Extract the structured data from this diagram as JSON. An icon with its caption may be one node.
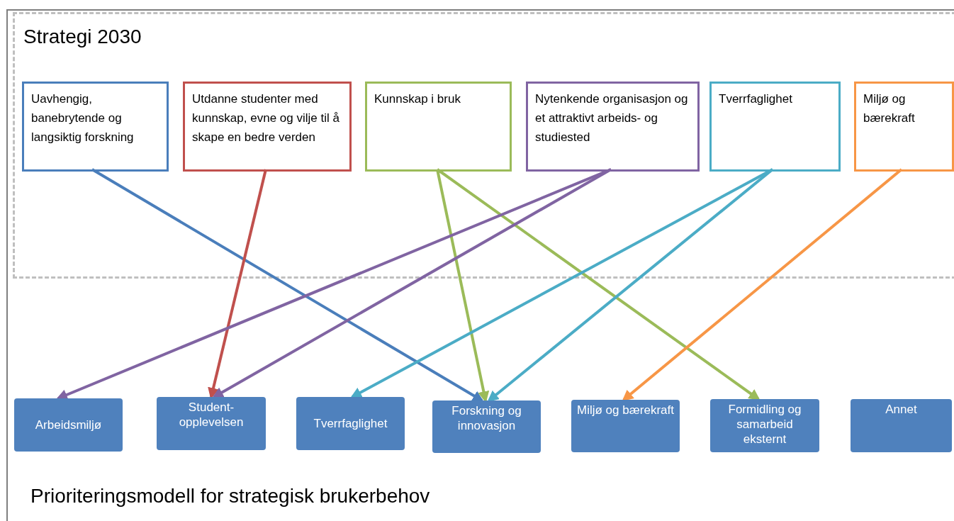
{
  "diagram": {
    "caption": "Prioriteringsmodell for strategisk brukerbehov",
    "nodes": [
      {
        "text": [
          "Strategi 2030"
        ]
      },
      {
        "text": [
          "Uavhengig, banebrytende og langsiktig forskning"
        ],
        "in": 0
      },
      {
        "text": [
          "Utdanne studenter med kunnskap, evne og vilje til å skape en bedre verden"
        ],
        "in": 0
      },
      {
        "text": [
          "Kunnskap i bruk"
        ],
        "in": 0
      },
      {
        "text": [
          "Nytenkende organisasjon og et attraktivt arbeids- og studiested"
        ],
        "in": 0
      },
      {
        "text": [
          "Tverrfaglighet"
        ],
        "in": 0
      },
      {
        "text": [
          "Miljø og bærekraft"
        ],
        "in": 0
      },
      {
        "text": [
          "Arbeidsmiljø"
        ]
      },
      {
        "text": [
          "Student-opplevelsen"
        ]
      },
      {
        "text": [
          "Tverrfaglighet"
        ]
      },
      {
        "text": [
          "Forskning og innovasjon"
        ]
      },
      {
        "text": [
          "Miljø og bærekraft"
        ]
      },
      {
        "text": [
          "Formidling og samarbeid eksternt"
        ]
      },
      {
        "text": [
          "Annet"
        ]
      }
    ],
    "edges": [
      {
        "from": 1,
        "to": 10,
        "arrow": "to",
        "color": "#4a7ebb"
      },
      {
        "from": 2,
        "to": 8,
        "arrow": "to",
        "color": "#c0504d"
      },
      {
        "from": 3,
        "to": 10,
        "arrow": "to",
        "color": "#9bbb59"
      },
      {
        "from": 3,
        "to": 12,
        "arrow": "to",
        "color": "#9bbb59"
      },
      {
        "from": 4,
        "to": 7,
        "arrow": "to",
        "color": "#8064a2"
      },
      {
        "from": 4,
        "to": 8,
        "arrow": "to",
        "color": "#8064a2"
      },
      {
        "from": 5,
        "to": 9,
        "arrow": "to",
        "color": "#4bacc6"
      },
      {
        "from": 5,
        "to": 10,
        "arrow": "to",
        "color": "#4bacc6"
      },
      {
        "from": 6,
        "to": 11,
        "arrow": "to",
        "color": "#f79646"
      }
    ]
  }
}
